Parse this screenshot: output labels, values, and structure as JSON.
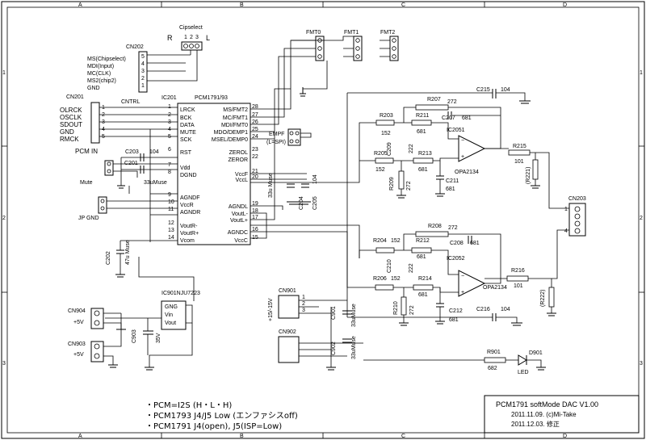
{
  "frame": {
    "col_labels": [
      "A",
      "B",
      "C",
      "D"
    ],
    "row_labels": [
      "1",
      "2",
      "3"
    ]
  },
  "ic201": {
    "ref": "IC201",
    "part": "PCM1791/93",
    "left_pins": [
      {
        "name": "LRCK",
        "num": "1"
      },
      {
        "name": "BCK",
        "num": "2"
      },
      {
        "name": "DATA",
        "num": "3"
      },
      {
        "name": "MUTE",
        "num": "4"
      },
      {
        "name": "SCK",
        "num": "5"
      },
      {
        "name": "RST",
        "num": "6"
      },
      {
        "name": "Vdd",
        "num": "7"
      },
      {
        "name": "DGND",
        "num": "8"
      },
      {
        "name": "AGNDF",
        "num": "9"
      },
      {
        "name": "VccR",
        "num": "10"
      },
      {
        "name": "AGNDR",
        "num": "11"
      },
      {
        "name": "VoutR-",
        "num": "12"
      },
      {
        "name": "VoutR+",
        "num": "13"
      },
      {
        "name": "Vcom",
        "num": "14"
      }
    ],
    "right_pins": [
      {
        "name": "MS/FMT2",
        "num": "28"
      },
      {
        "name": "MC/FMT1",
        "num": "27"
      },
      {
        "name": "MDI/FMT0",
        "num": "26"
      },
      {
        "name": "MDO/DEMP1",
        "num": "25"
      },
      {
        "name": "MSEL/DEMP0",
        "num": "24"
      },
      {
        "name": "ZEROL",
        "num": "23"
      },
      {
        "name": "ZEROR",
        "num": "22"
      },
      {
        "name": "VccF",
        "num": "21"
      },
      {
        "name": "VccL",
        "num": "20"
      },
      {
        "name": "AGNDL",
        "num": "19"
      },
      {
        "name": "VoutL-",
        "num": "18"
      },
      {
        "name": "VoutL+",
        "num": "17"
      },
      {
        "name": "AGNDC",
        "num": "16"
      },
      {
        "name": "VccC",
        "num": "15"
      }
    ]
  },
  "connectors": {
    "cn201": {
      "ref": "CN201",
      "label": "PCM IN",
      "pins": [
        "OLRCK",
        "OSCLK",
        "SDOUT",
        "GND",
        "RMCK"
      ]
    },
    "cn202": {
      "ref": "CN202",
      "sub": "CNTRL",
      "pins": [
        "MS(Chipselect)",
        "MDI(Input)",
        "MC(CLK)",
        "MS2(chip2)",
        "GND"
      ]
    },
    "chipselect": {
      "title": "Cipselect",
      "left": "R",
      "right": "L",
      "pins": [
        "1",
        "2",
        "3"
      ]
    },
    "fmt": [
      "FMT0",
      "FMT1",
      "FMT2"
    ],
    "empf": {
      "label": "EMPF",
      "sub": "(L=SPI)"
    },
    "mute": "Mute",
    "jpgnd": "JP GND",
    "cn203": "CN203",
    "cn901": "CN901",
    "cn902": "CN902",
    "cn903": {
      "ref": "CN903",
      "v": "+5V"
    },
    "cn904": {
      "ref": "CN904",
      "v": "+5V"
    },
    "pm15": "+15/-15V"
  },
  "parts": {
    "c201": "C201",
    "c201v": "33uMuse",
    "c203": "C203",
    "c203v": "104",
    "c204": "C204",
    "c205": "C205",
    "c205v": "104",
    "c_mid": "33u Muse",
    "c202": "C202",
    "c202v": "47u Muse",
    "c901": "C901",
    "c901v": "33uMuse",
    "c902": "C902",
    "c902v": "33uMuse",
    "c903": "C903",
    "c903v": "35V",
    "c215": "C215",
    "c215v": "104",
    "c216": "C216",
    "c216v": "104",
    "c207": "C207",
    "c207v": "681",
    "c208": "C208",
    "c208v": "681",
    "c209": "C209",
    "c209v": "222",
    "c210": "C210",
    "c210v": "222",
    "c211": "C211",
    "c211v": "681",
    "c212": "C212",
    "c212v": "681",
    "r203": "R203",
    "r203v": "152",
    "r204": "R204",
    "r204v": "152",
    "r205": "R205",
    "r205v": "152",
    "r206": "R206",
    "r206v": "152",
    "r207": "R207",
    "r207v": "272",
    "r208": "R208",
    "r208v": "272",
    "r209": "R209",
    "r209v": "272",
    "r210": "R210",
    "r210v": "272",
    "r211": "R211",
    "r211v": "681",
    "r212": "R212",
    "r212v": "681",
    "r213": "R213",
    "r213v": "681",
    "r214": "R214",
    "r214v": "681",
    "r215": "R215",
    "r215v": "101",
    "r216": "R216",
    "r216v": "101",
    "r221": "(R221)",
    "r222": "(R222)",
    "r901": "R901",
    "r901v": "682",
    "d901": "D901",
    "led": "LED",
    "ic2051": "IC2051",
    "ic2052": "IC2052",
    "opa1": "OPA2134",
    "opa2": "OPA2134",
    "ic901": "IC901NJU7223",
    "reg": [
      "GNG",
      "Vin",
      "Vout"
    ]
  },
  "notes": [
    "・PCM=I2S (H・L・H)",
    "・PCM1793 J4/J5 Low (エンファシスoff)",
    "・PCM1791 J4(open), J5(ISP=Low)"
  ],
  "titleblock": {
    "title": "PCM1791 softMode DAC V1.00",
    "line1": "2011.11.09. (c)Mi-Take",
    "line2": "2011.12.03. 修正"
  }
}
